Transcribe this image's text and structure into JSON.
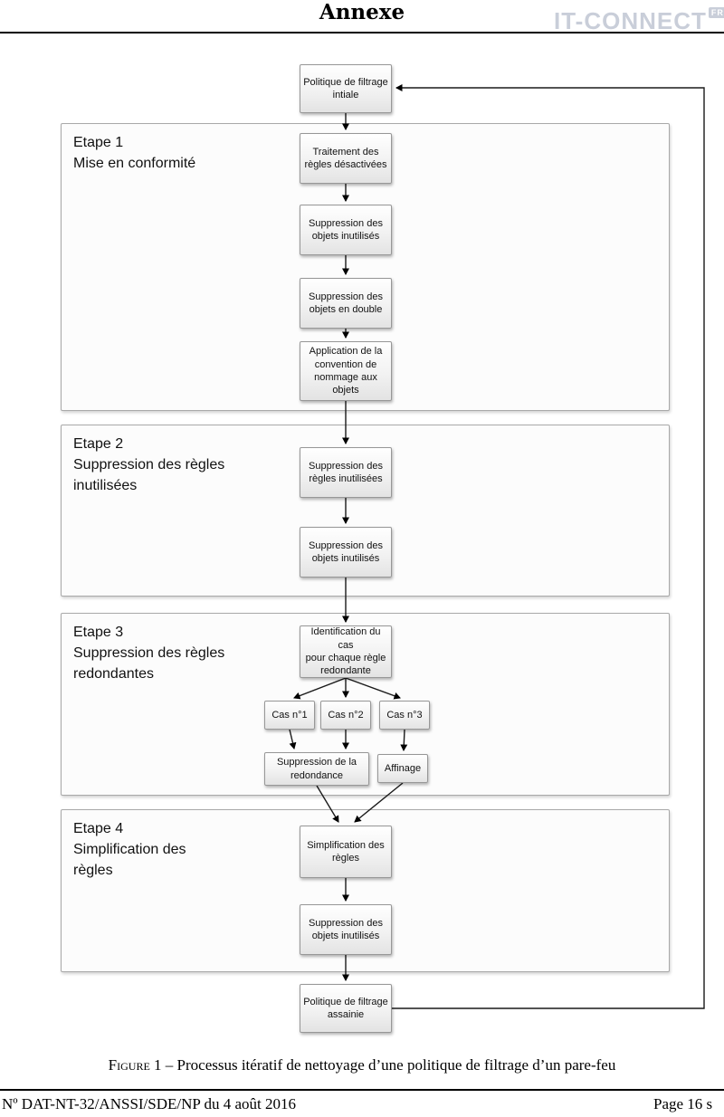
{
  "header": {
    "title": "Annexe",
    "watermark": "IT-CONNECT",
    "watermark_badge": "FR"
  },
  "diagram": {
    "nodes": {
      "start": "Politique de filtrage\nintiale",
      "traitement": "Traitement des\nrègles désactivées",
      "suppr_objets_1": "Suppression des\nobjets inutilisés",
      "suppr_double": "Suppression des\nobjets en double",
      "convention": "Application de la\nconvention de\nnommage aux\nobjets",
      "suppr_regles": "Suppression des\nrègles inutilisées",
      "suppr_objets_2": "Suppression des\nobjets inutilisés",
      "identification": "Identification du cas\npour chaque règle\nredondante",
      "cas1": "Cas n°1",
      "cas2": "Cas n°2",
      "cas3": "Cas n°3",
      "suppr_redondance": "Suppression de la\nredondance",
      "affinage": "Affinage",
      "simplification": "Simplification des\nrègles",
      "suppr_objets_3": "Suppression des\nobjets inutilisés",
      "end": "Politique de filtrage\nassainie"
    },
    "groups": [
      {
        "title": "Etape 1",
        "subtitle": "Mise en conformité"
      },
      {
        "title": "Etape 2",
        "subtitle": "Suppression des règles\ninutilisées"
      },
      {
        "title": "Etape 3",
        "subtitle": "Suppression des règles\nredondantes"
      },
      {
        "title": "Etape 4",
        "subtitle": "Simplification des\nrègles"
      }
    ]
  },
  "figure": {
    "caption_label": "Figure 1",
    "caption_text": "– Processus itératif de nettoyage d’une politique de filtrage d’un pare-feu"
  },
  "footer": {
    "left": "Nº DAT-NT-32/ANSSI/SDE/NP du 4 août 2016",
    "right": "Page 16 s"
  }
}
